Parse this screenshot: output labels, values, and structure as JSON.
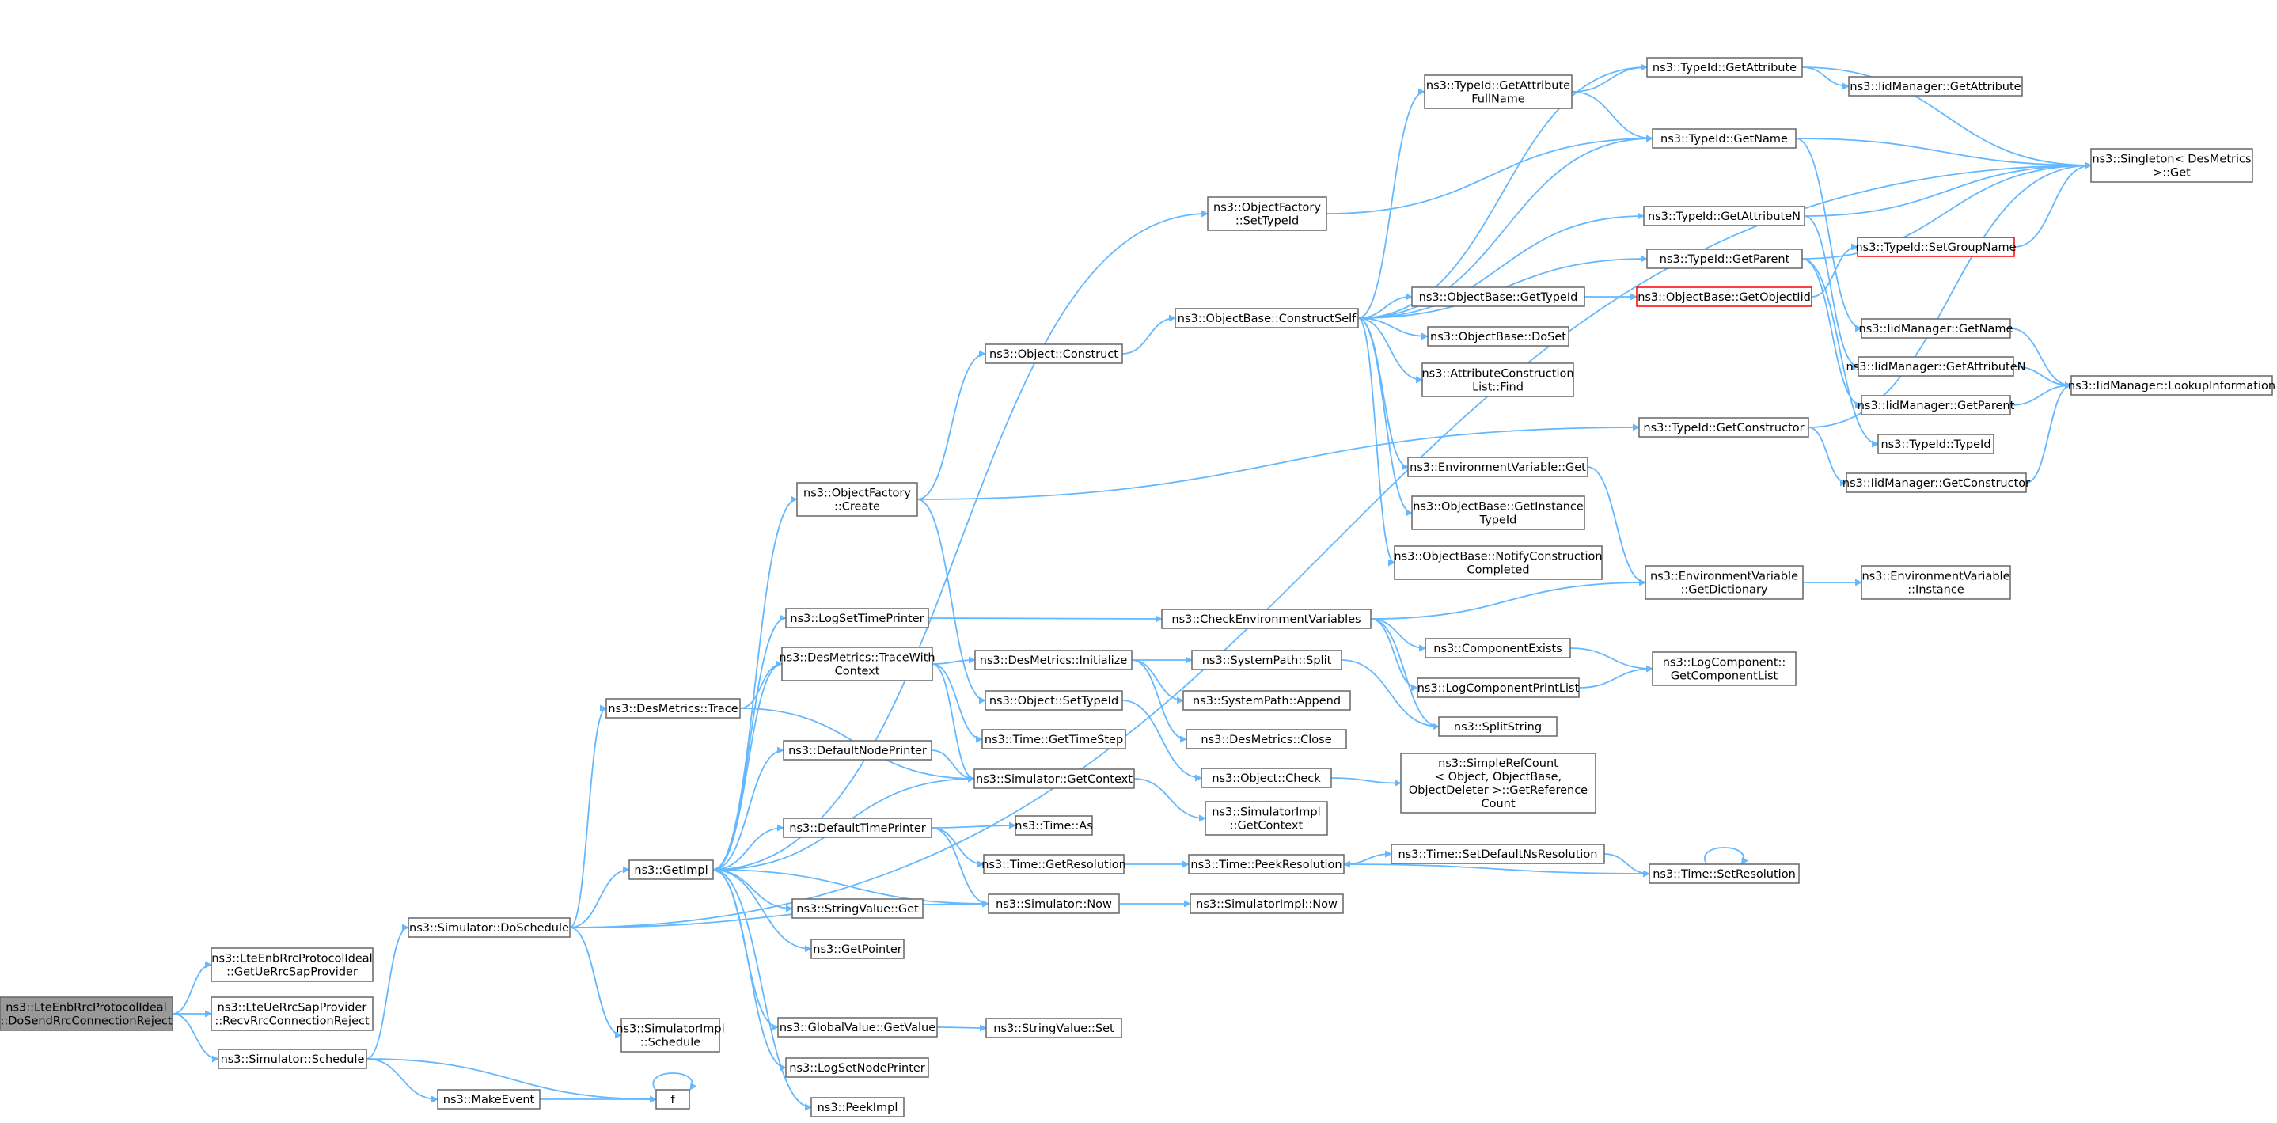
{
  "colors": {
    "edge": "#63b8ff",
    "node_border": "#666666",
    "node_border_unresolved": "#ff0000",
    "root_fill": "#999999",
    "node_fill": "#ffffff"
  },
  "nodes": [
    {
      "id": "root",
      "label": "ns3::LteEnbRrcProtocolIdeal\n::DoSendRrcConnectionReject",
      "style": "root"
    },
    {
      "id": "getUe",
      "label": "ns3::LteEnbRrcProtocolIdeal\n::GetUeRrcSapProvider"
    },
    {
      "id": "recv",
      "label": "ns3::LteUeRrcSapProvider\n::RecvRrcConnectionReject"
    },
    {
      "id": "sched",
      "label": "ns3::Simulator::Schedule"
    },
    {
      "id": "dosched",
      "label": "ns3::Simulator::DoSchedule"
    },
    {
      "id": "mkev",
      "label": "ns3::MakeEvent"
    },
    {
      "id": "f",
      "label": "f"
    },
    {
      "id": "dmtrace",
      "label": "ns3::DesMetrics::Trace"
    },
    {
      "id": "getimpl",
      "label": "ns3::GetImpl"
    },
    {
      "id": "simimplsched",
      "label": "ns3::SimulatorImpl\n::Schedule"
    },
    {
      "id": "ofcreate",
      "label": "ns3::ObjectFactory\n::Create"
    },
    {
      "id": "logsettp",
      "label": "ns3::LogSetTimePrinter"
    },
    {
      "id": "dmtwc",
      "label": "ns3::DesMetrics::TraceWith\nContext"
    },
    {
      "id": "defnp",
      "label": "ns3::DefaultNodePrinter"
    },
    {
      "id": "deftp",
      "label": "ns3::DefaultTimePrinter"
    },
    {
      "id": "svget",
      "label": "ns3::StringValue::Get"
    },
    {
      "id": "getptr",
      "label": "ns3::GetPointer"
    },
    {
      "id": "gvget",
      "label": "ns3::GlobalValue::GetValue"
    },
    {
      "id": "logsetnp",
      "label": "ns3::LogSetNodePrinter"
    },
    {
      "id": "peekimpl",
      "label": "ns3::PeekImpl"
    },
    {
      "id": "objconst",
      "label": "ns3::Object::Construct"
    },
    {
      "id": "dminit",
      "label": "ns3::DesMetrics::Initialize"
    },
    {
      "id": "objsettid",
      "label": "ns3::Object::SetTypeId"
    },
    {
      "id": "tgts",
      "label": "ns3::Time::GetTimeStep"
    },
    {
      "id": "simgetctx",
      "label": "ns3::Simulator::GetContext"
    },
    {
      "id": "tas",
      "label": "ns3::Time::As"
    },
    {
      "id": "tgetres",
      "label": "ns3::Time::GetResolution"
    },
    {
      "id": "simnow",
      "label": "ns3::Simulator::Now"
    },
    {
      "id": "svset",
      "label": "ns3::StringValue::Set"
    },
    {
      "id": "ofsettid",
      "label": "ns3::ObjectFactory\n::SetTypeId"
    },
    {
      "id": "obcs",
      "label": "ns3::ObjectBase::ConstructSelf"
    },
    {
      "id": "checkenv",
      "label": "ns3::CheckEnvironmentVariables"
    },
    {
      "id": "spsplit",
      "label": "ns3::SystemPath::Split"
    },
    {
      "id": "spappend",
      "label": "ns3::SystemPath::Append"
    },
    {
      "id": "dmclose",
      "label": "ns3::DesMetrics::Close"
    },
    {
      "id": "objcheck",
      "label": "ns3::Object::Check"
    },
    {
      "id": "simimplgetctx",
      "label": "ns3::SimulatorImpl\n::GetContext"
    },
    {
      "id": "tpeek",
      "label": "ns3::Time::PeekResolution"
    },
    {
      "id": "simimplnow",
      "label": "ns3::SimulatorImpl::Now"
    },
    {
      "id": "tidgafn",
      "label": "ns3::TypeId::GetAttribute\nFullName"
    },
    {
      "id": "obgettid",
      "label": "ns3::ObjectBase::GetTypeId"
    },
    {
      "id": "obdoset",
      "label": "ns3::ObjectBase::DoSet"
    },
    {
      "id": "aclfind",
      "label": "ns3::AttributeConstruction\nList::Find"
    },
    {
      "id": "envget",
      "label": "ns3::EnvironmentVariable::Get"
    },
    {
      "id": "obgitid",
      "label": "ns3::ObjectBase::GetInstance\nTypeId"
    },
    {
      "id": "obnotify",
      "label": "ns3::ObjectBase::NotifyConstruction\nCompleted"
    },
    {
      "id": "compexists",
      "label": "ns3::ComponentExists"
    },
    {
      "id": "lcprint",
      "label": "ns3::LogComponentPrintList"
    },
    {
      "id": "splitstr",
      "label": "ns3::SplitString"
    },
    {
      "id": "srcgrc",
      "label": "ns3::SimpleRefCount\n< Object, ObjectBase,\nObjectDeleter >::GetReference\nCount"
    },
    {
      "id": "tsetdefns",
      "label": "ns3::Time::SetDefaultNsResolution"
    },
    {
      "id": "tidgetattr",
      "label": "ns3::TypeId::GetAttribute"
    },
    {
      "id": "tidgetname",
      "label": "ns3::TypeId::GetName"
    },
    {
      "id": "tidgetattrn",
      "label": "ns3::TypeId::GetAttributeN"
    },
    {
      "id": "tidgetparent",
      "label": "ns3::TypeId::GetParent"
    },
    {
      "id": "obgetoiid",
      "label": "ns3::ObjectBase::GetObjectIid",
      "style": "red"
    },
    {
      "id": "tidgetctor",
      "label": "ns3::TypeId::GetConstructor"
    },
    {
      "id": "envgetdict",
      "label": "ns3::EnvironmentVariable\n::GetDictionary"
    },
    {
      "id": "lcgetlist",
      "label": "ns3::LogComponent::\nGetComponentList"
    },
    {
      "id": "tsetres",
      "label": "ns3::Time::SetResolution"
    },
    {
      "id": "iidgetattr",
      "label": "ns3::IidManager::GetAttribute"
    },
    {
      "id": "tidsetgroup",
      "label": "ns3::TypeId::SetGroupName",
      "style": "red"
    },
    {
      "id": "iidgetname",
      "label": "ns3::IidManager::GetName"
    },
    {
      "id": "iidgetattrn",
      "label": "ns3::IidManager::GetAttributeN"
    },
    {
      "id": "iidgetparent",
      "label": "ns3::IidManager::GetParent"
    },
    {
      "id": "tidtid",
      "label": "ns3::TypeId::TypeId"
    },
    {
      "id": "iidgetctor",
      "label": "ns3::IidManager::GetConstructor"
    },
    {
      "id": "envinst",
      "label": "ns3::EnvironmentVariable\n::Instance"
    },
    {
      "id": "singleton",
      "label": "ns3::Singleton< DesMetrics\n>::Get"
    },
    {
      "id": "iidlookup",
      "label": "ns3::IidManager::LookupInformation"
    }
  ],
  "edges": [
    [
      "root",
      "getUe"
    ],
    [
      "root",
      "recv"
    ],
    [
      "root",
      "sched"
    ],
    [
      "sched",
      "dosched"
    ],
    [
      "sched",
      "mkev"
    ],
    [
      "sched",
      "f"
    ],
    [
      "mkev",
      "f"
    ],
    [
      "f",
      "f"
    ],
    [
      "dosched",
      "singleton"
    ],
    [
      "dosched",
      "dmtrace"
    ],
    [
      "dosched",
      "getimpl"
    ],
    [
      "dosched",
      "simimplsched"
    ],
    [
      "dosched",
      "simnow"
    ],
    [
      "dmtrace",
      "dmtwc"
    ],
    [
      "dmtrace",
      "simgetctx"
    ],
    [
      "getimpl",
      "ofsettid"
    ],
    [
      "getimpl",
      "ofcreate"
    ],
    [
      "getimpl",
      "logsettp"
    ],
    [
      "getimpl",
      "dmtwc"
    ],
    [
      "getimpl",
      "defnp"
    ],
    [
      "getimpl",
      "deftp"
    ],
    [
      "getimpl",
      "svget"
    ],
    [
      "getimpl",
      "getptr"
    ],
    [
      "getimpl",
      "gvget"
    ],
    [
      "getimpl",
      "logsetnp"
    ],
    [
      "getimpl",
      "peekimpl"
    ],
    [
      "simgetctx",
      "getimpl"
    ],
    [
      "simnow",
      "getimpl"
    ],
    [
      "ofcreate",
      "objconst"
    ],
    [
      "ofcreate",
      "tidgetctor"
    ],
    [
      "ofcreate",
      "objsettid"
    ],
    [
      "logsettp",
      "checkenv"
    ],
    [
      "dmtwc",
      "dminit"
    ],
    [
      "dmtwc",
      "simgetctx"
    ],
    [
      "dmtwc",
      "tgts"
    ],
    [
      "defnp",
      "simgetctx"
    ],
    [
      "deftp",
      "tas"
    ],
    [
      "deftp",
      "tgetres"
    ],
    [
      "deftp",
      "simnow"
    ],
    [
      "gvget",
      "svset"
    ],
    [
      "objconst",
      "obcs"
    ],
    [
      "dminit",
      "spsplit"
    ],
    [
      "dminit",
      "spappend"
    ],
    [
      "dminit",
      "dmclose"
    ],
    [
      "objsettid",
      "objcheck"
    ],
    [
      "simgetctx",
      "simimplgetctx"
    ],
    [
      "tgetres",
      "tpeek"
    ],
    [
      "simnow",
      "simimplnow"
    ],
    [
      "ofsettid",
      "tidgetname"
    ],
    [
      "obcs",
      "tidgafn"
    ],
    [
      "obcs",
      "tidgetattr"
    ],
    [
      "obcs",
      "tidgetname"
    ],
    [
      "obcs",
      "tidgetattrn"
    ],
    [
      "obcs",
      "tidgetparent"
    ],
    [
      "obcs",
      "obgettid"
    ],
    [
      "obcs",
      "obdoset"
    ],
    [
      "obcs",
      "aclfind"
    ],
    [
      "obcs",
      "envget"
    ],
    [
      "obcs",
      "obgitid"
    ],
    [
      "obcs",
      "obnotify"
    ],
    [
      "checkenv",
      "envgetdict"
    ],
    [
      "checkenv",
      "compexists"
    ],
    [
      "checkenv",
      "lcprint"
    ],
    [
      "checkenv",
      "splitstr"
    ],
    [
      "spsplit",
      "splitstr"
    ],
    [
      "objcheck",
      "srcgrc"
    ],
    [
      "tpeek",
      "tsetdefns"
    ],
    [
      "tidgafn",
      "tidgetattr"
    ],
    [
      "tidgafn",
      "tidgetname"
    ],
    [
      "obgettid",
      "obgetoiid"
    ],
    [
      "envget",
      "envgetdict"
    ],
    [
      "compexists",
      "lcgetlist"
    ],
    [
      "lcprint",
      "lcgetlist"
    ],
    [
      "tsetdefns",
      "tsetres"
    ],
    [
      "tsetres",
      "tpeek"
    ],
    [
      "tsetres",
      "tsetres"
    ],
    [
      "tidgetattr",
      "iidgetattr"
    ],
    [
      "tidgetattr",
      "singleton"
    ],
    [
      "tidgetname",
      "singleton"
    ],
    [
      "tidgetname",
      "iidgetname"
    ],
    [
      "tidgetattrn",
      "singleton"
    ],
    [
      "tidgetattrn",
      "iidgetattrn"
    ],
    [
      "tidgetparent",
      "singleton"
    ],
    [
      "tidgetparent",
      "iidgetparent"
    ],
    [
      "tidgetparent",
      "tidtid"
    ],
    [
      "obgetoiid",
      "tidsetgroup"
    ],
    [
      "tidsetgroup",
      "singleton"
    ],
    [
      "tidgetctor",
      "singleton"
    ],
    [
      "tidgetctor",
      "iidgetctor"
    ],
    [
      "envgetdict",
      "envinst"
    ],
    [
      "iidgetname",
      "iidlookup"
    ],
    [
      "iidgetattrn",
      "iidlookup"
    ],
    [
      "iidgetparent",
      "iidlookup"
    ],
    [
      "iidgetctor",
      "iidlookup"
    ]
  ]
}
